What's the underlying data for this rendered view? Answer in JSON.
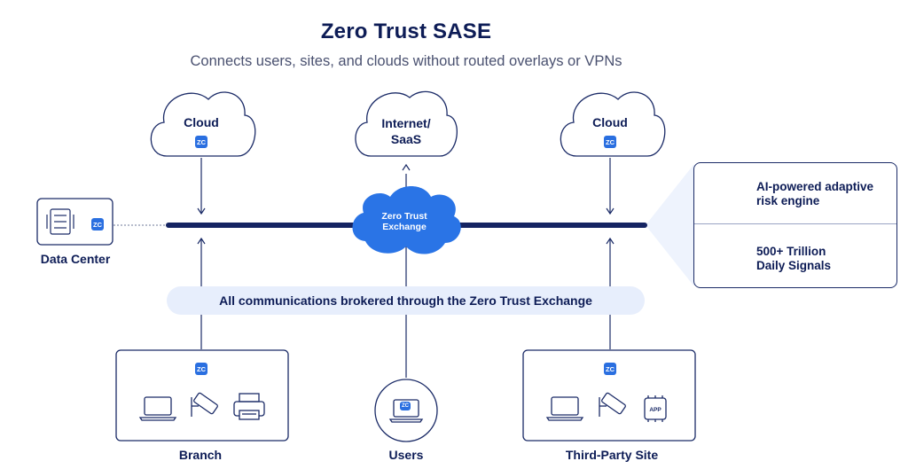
{
  "title": "Zero Trust SASE",
  "subtitle": "Connects users, sites, and clouds without routed overlays or VPNs",
  "clouds": {
    "left": "Cloud",
    "center_line1": "Internet/",
    "center_line2": "SaaS",
    "right": "Cloud"
  },
  "zc_badge": "ZC",
  "exchange": {
    "line1": "Zero Trust",
    "line2": "Exchange"
  },
  "data_center": {
    "label": "Data Center"
  },
  "banner": "All communications brokered through the Zero Trust Exchange",
  "side_panel": {
    "item1_line1": "AI-powered adaptive",
    "item1_line2": "risk engine",
    "item2_line1": "500+ Trillion",
    "item2_line2": "Daily Signals"
  },
  "sites": {
    "branch": "Branch",
    "users": "Users",
    "third_party": "Third-Party Site",
    "app_label": "APP"
  },
  "colors": {
    "navy": "#0d1c56",
    "accent_blue": "#2a6fe0",
    "banner_bg": "#e7eefc",
    "panel_bg": "#eef3fd"
  },
  "icons": [
    "server-icon",
    "laptop-icon",
    "camera-icon",
    "printer-icon",
    "brain-icon",
    "database-icon",
    "app-chip-icon"
  ]
}
